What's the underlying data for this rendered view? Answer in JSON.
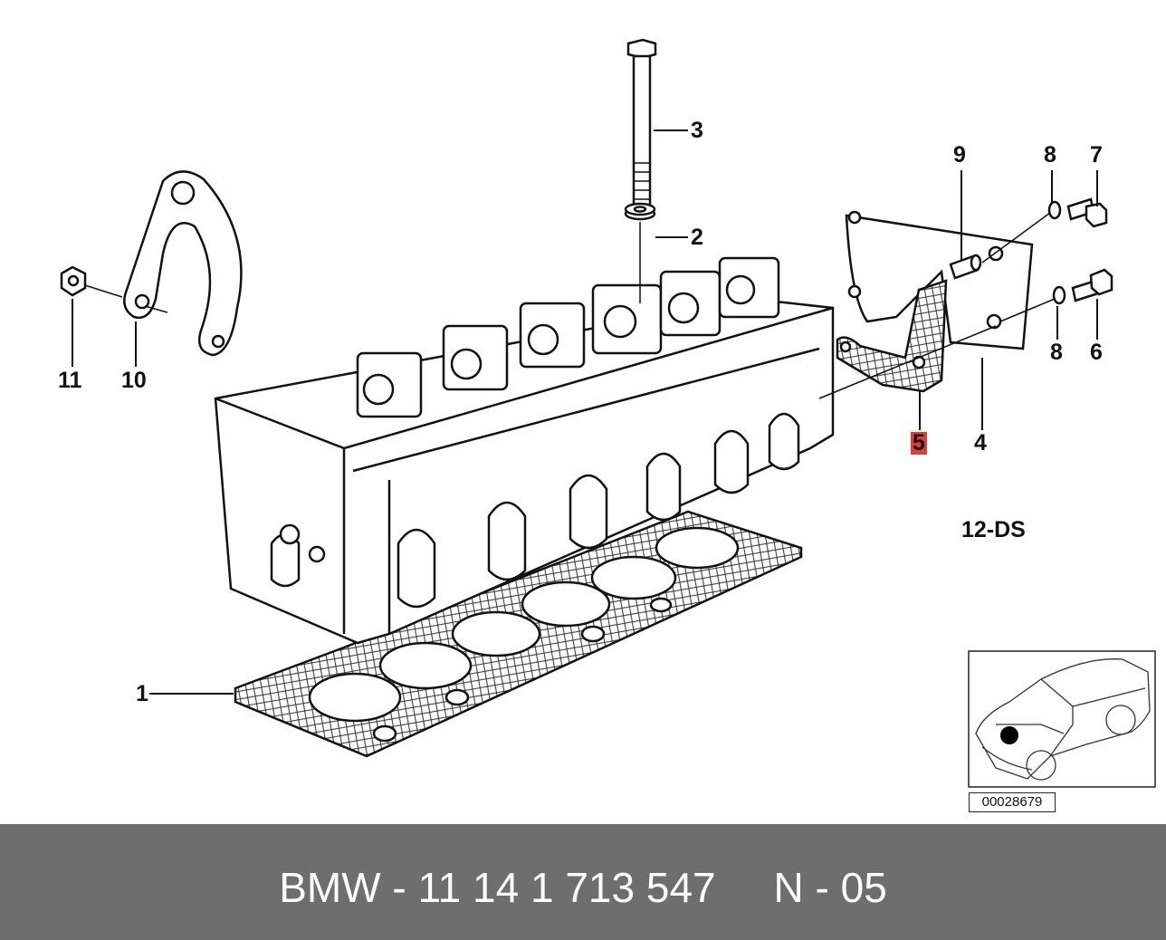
{
  "diagram": {
    "callouts": [
      {
        "id": "1",
        "label": "1"
      },
      {
        "id": "2",
        "label": "2"
      },
      {
        "id": "3",
        "label": "3"
      },
      {
        "id": "4",
        "label": "4"
      },
      {
        "id": "5",
        "label": "5",
        "highlighted": true
      },
      {
        "id": "6",
        "label": "6"
      },
      {
        "id": "7",
        "label": "7"
      },
      {
        "id": "8a",
        "label": "8"
      },
      {
        "id": "8b",
        "label": "8"
      },
      {
        "id": "9",
        "label": "9"
      },
      {
        "id": "10",
        "label": "10"
      },
      {
        "id": "11",
        "label": "11"
      }
    ],
    "variant_label": "12-DS",
    "reference_code": "00028679",
    "highlight_color": "#e23b3b"
  },
  "footer": {
    "text": "BMW - 11 14 1 713 547     N - 05",
    "background": "#6e6e6e"
  }
}
